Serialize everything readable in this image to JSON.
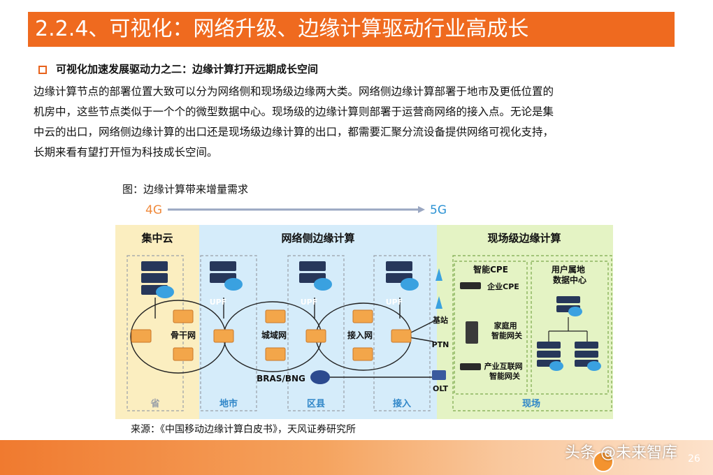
{
  "header": {
    "title": "2.2.4、可视化：网络升级、边缘计算驱动行业高成长"
  },
  "section": {
    "subheading": "可视化加速发展驱动力之二：边缘计算打开远期成长空间"
  },
  "paragraph": {
    "lines": [
      "边缘计算节点的部署位置大致可以分为网络侧和现场级边缘两大类。网络侧边缘计算部署于地市及更低位置的",
      "机房中，这些节点类似于一个个的微型数据中心。现场级的边缘计算则部署于运营商网络的接入点。无论是集",
      "中云的出口，网络侧边缘计算的出口还是现场级边缘计算的出口，都需要汇聚分流设备提供网络可视化支持，",
      "长期来看有望打开恒为科技成长空间。"
    ]
  },
  "figure": {
    "caption": "图：边缘计算带来增量需求",
    "source": "来源：《中国移动边缘计算白皮书》，天风证券研究所",
    "diagram": {
      "generation_start": "4G",
      "generation_end": "5G",
      "zones": {
        "cloud": "集中云",
        "network_edge": "网络侧边缘计算",
        "field_edge": "现场级边缘计算"
      },
      "levels": [
        "省",
        "地市",
        "区县",
        "接入",
        "现场"
      ],
      "networks": [
        "骨干网",
        "城域网",
        "接入网"
      ],
      "upf_label": "UPF",
      "bras_label": "BRAS/BNG",
      "access_nodes": [
        "基站",
        "PTN",
        "OLT"
      ],
      "field_groups": {
        "smart_cpe": {
          "title": "智能CPE",
          "items": [
            "企业CPE",
            "家庭用\n智能网关",
            "产业互联网\n智能网关"
          ]
        },
        "user_dc": {
          "title": "用户属地\n数据中心"
        }
      },
      "colors": {
        "cloud_zone": "#fbeec0",
        "network_zone": "#d5ecfa",
        "field_zone": "#e4f3c4",
        "label_blue": "#2f86c8",
        "switch_orange": "#f3a64a",
        "server_navy": "#27375a",
        "cloud_blue": "#3aa1e0"
      }
    }
  },
  "footer": {
    "watermark": "头条 @未来智库",
    "page": "26"
  }
}
